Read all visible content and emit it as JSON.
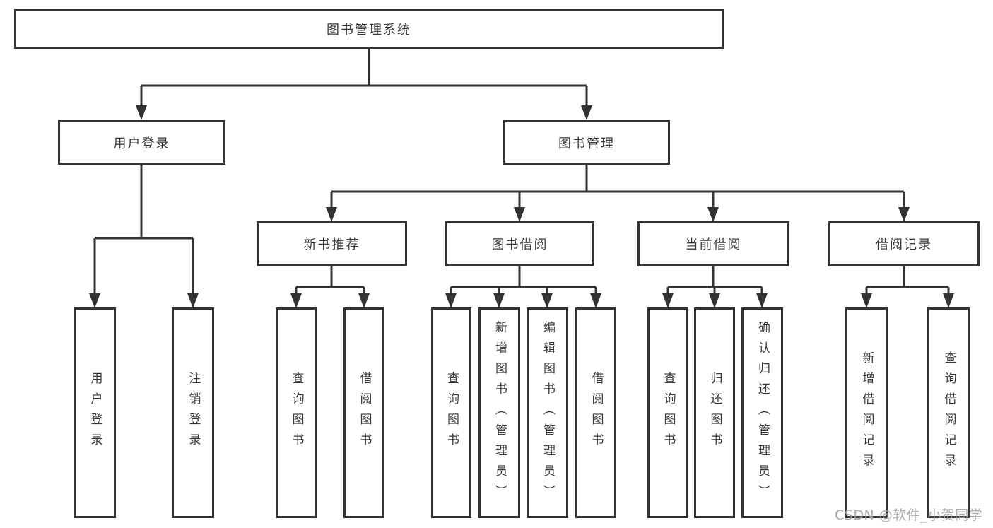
{
  "tree": {
    "root": {
      "label": "图书管理系统"
    },
    "login": {
      "label": "用户登录",
      "children": [
        {
          "label": "用户登录"
        },
        {
          "label": "注销登录"
        }
      ]
    },
    "management": {
      "label": "图书管理",
      "sections": [
        {
          "label": "新书推荐",
          "children": [
            {
              "label": "查询图书"
            },
            {
              "label": "借阅图书"
            }
          ]
        },
        {
          "label": "图书借阅",
          "children": [
            {
              "label": "查询图书"
            },
            {
              "label": "新增图书（管理员）"
            },
            {
              "label": "编辑图书（管理员）"
            },
            {
              "label": "借阅图书"
            }
          ]
        },
        {
          "label": "当前借阅",
          "children": [
            {
              "label": "查询图书"
            },
            {
              "label": "归还图书"
            },
            {
              "label": "确认归还（管理员）"
            }
          ]
        },
        {
          "label": "借阅记录",
          "children": [
            {
              "label": "新增借阅记录"
            },
            {
              "label": "查询借阅记录"
            }
          ]
        }
      ]
    }
  },
  "watermark": {
    "text": "CSDN @软件_小贺同学"
  },
  "colors": {
    "line": "#333333",
    "box_border": "#333333",
    "box_background": "#ffffff",
    "text": "#383838",
    "watermark": "#a3a3a3"
  }
}
